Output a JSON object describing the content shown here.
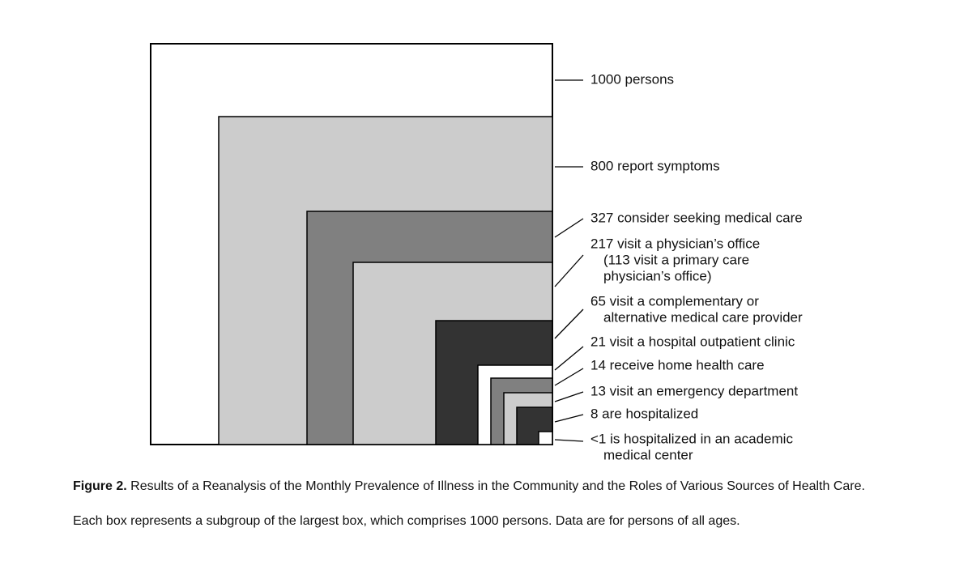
{
  "figure": {
    "number_label": "Figure 2.",
    "caption_title": "Results of a Reanalysis of the Monthly Prevalence of Illness in the Community and the Roles of Various Sources of Health Care.",
    "caption_note": "Each box represents a subgroup of the largest box, which comprises 1000 persons. Data are for persons of all ages."
  },
  "boxes": [
    {
      "count": "1000",
      "fill": "#ffffff",
      "lines": [
        "1000 persons"
      ]
    },
    {
      "count": "800",
      "fill": "#cccccc",
      "lines": [
        "800 report symptoms"
      ]
    },
    {
      "count": "327",
      "fill": "#808080",
      "lines": [
        "327 consider seeking medical care"
      ]
    },
    {
      "count": "217",
      "fill": "#cccccc",
      "lines": [
        "217 visit a physician’s office",
        "(113 visit a primary care",
        "physician’s office)"
      ]
    },
    {
      "count": "65",
      "fill": "#333333",
      "lines": [
        "65 visit a complementary or",
        "alternative medical care provider"
      ]
    },
    {
      "count": "21",
      "fill": "#ffffff",
      "lines": [
        "21 visit a hospital outpatient clinic"
      ]
    },
    {
      "count": "14",
      "fill": "#808080",
      "lines": [
        "14 receive home health care"
      ]
    },
    {
      "count": "13",
      "fill": "#cccccc",
      "lines": [
        "13 visit an emergency department"
      ]
    },
    {
      "count": "8",
      "fill": "#333333",
      "lines": [
        "8 are hospitalized"
      ]
    },
    {
      "count": "<1",
      "fill": "#ffffff",
      "lines": [
        "<1 is hospitalized in an academic",
        "medical center"
      ]
    }
  ]
}
